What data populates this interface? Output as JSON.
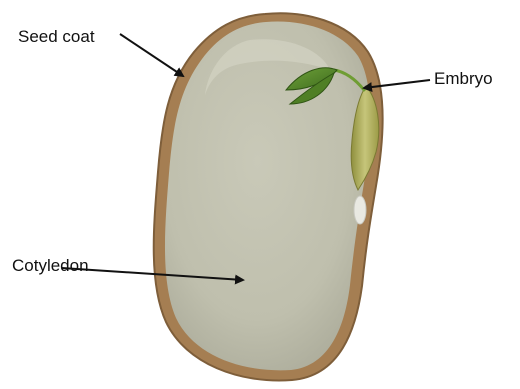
{
  "diagram": {
    "labels": {
      "seed_coat": "Seed coat",
      "embryo": "Embryo",
      "cotyledon": "Cotyledon"
    }
  },
  "colors": {
    "seed_coat": "#a57e52",
    "cotyledon_fill": "#c3c3b1",
    "leaf": "#5b8a2b",
    "radicle": "#b9b865",
    "arrow": "#111111"
  }
}
